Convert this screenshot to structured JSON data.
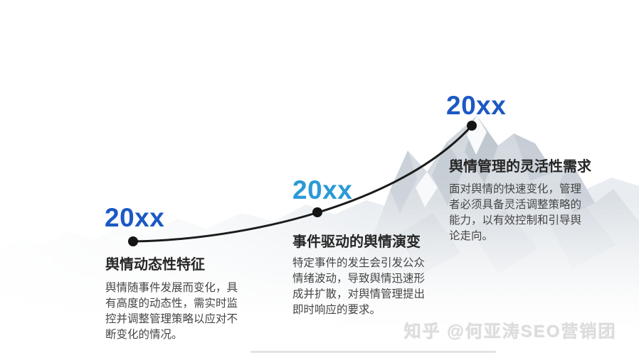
{
  "colors": {
    "year_dark_blue": "#1c59c4",
    "year_light_blue": "#2a9ad6",
    "curve_black": "#1b1b1b",
    "title_text": "#262626",
    "body_text": "#454545",
    "watermark_gray": "#dcdcdc",
    "mountain_light": "#ccd3da",
    "mountain_faint": "#e9edf1"
  },
  "milestones": [
    {
      "year": "20xx",
      "year_color": "#1c59c4",
      "title": "舆情动态性特征",
      "body": "舆情随事件发展而变化，具\n有高度的动态性，需实时监\n控并调整管理策略以应对不\n断变化的情况。"
    },
    {
      "year": "20xx",
      "year_color": "#2a9ad6",
      "title": "事件驱动的舆情演变",
      "body": "特定事件的发生会引发公众\n情绪波动，导致舆情迅速形\n成并扩散，对舆情管理提出\n即时响应的要求。"
    },
    {
      "year": "20xx",
      "year_color": "#1c59c4",
      "title": "舆情管理的灵活性需求",
      "body": "面对舆情的快速变化，管理\n者必须具备灵活调整策略的\n能力，以有效控制和引导舆\n论走向。"
    }
  ],
  "watermark": {
    "text": "知乎 @何亚涛SEO营销团"
  }
}
